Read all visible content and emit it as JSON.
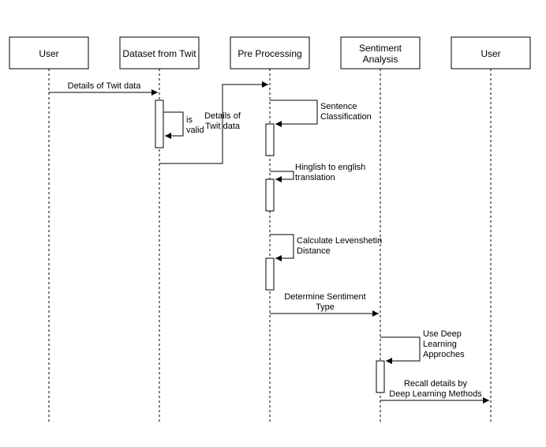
{
  "actors": [
    {
      "lines": [
        "User"
      ]
    },
    {
      "lines": [
        "Dataset from Twit"
      ]
    },
    {
      "lines": [
        "Pre Processing"
      ]
    },
    {
      "lines": [
        "Sentiment",
        "Analysis"
      ]
    },
    {
      "lines": [
        "User"
      ]
    }
  ],
  "messages": [
    {
      "id": "details-of-twit-data",
      "lines": [
        "Details of Twit data"
      ]
    },
    {
      "id": "is-valid",
      "lines": [
        "is",
        "valid"
      ]
    },
    {
      "id": "details-of-twit-data-return",
      "lines": [
        "Details of",
        "Twit data"
      ]
    },
    {
      "id": "sentence-classification",
      "lines": [
        "Sentence",
        "Classification"
      ]
    },
    {
      "id": "hinglish-to-english",
      "lines": [
        "Hinglish to english",
        "translation"
      ]
    },
    {
      "id": "levenshtein-distance",
      "lines": [
        "Calculate Levenshetin",
        "Distance"
      ]
    },
    {
      "id": "determine-sentiment-type",
      "lines": [
        "Determine Sentiment",
        "Type"
      ]
    },
    {
      "id": "use-deep-learning",
      "lines": [
        "Use Deep",
        "Learning",
        "Approches"
      ]
    },
    {
      "id": "recall-details",
      "lines": [
        "Recall details by",
        "Deep Learning Methods"
      ]
    }
  ],
  "colors": {
    "stroke": "#000000",
    "background": "#ffffff"
  }
}
